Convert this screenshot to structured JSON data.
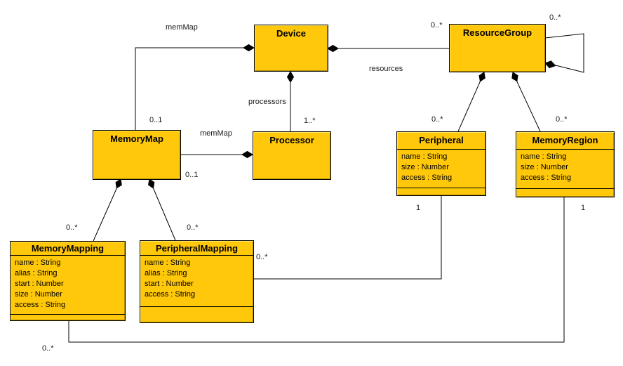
{
  "diagram": {
    "title": "UML class diagram",
    "colors": {
      "class_fill": "#FFC80A",
      "class_border": "#000000",
      "line": "#000000",
      "background": "#FFFFFF"
    },
    "classes": {
      "device": {
        "name": "Device",
        "attrs": []
      },
      "resourceGroup": {
        "name": "ResourceGroup",
        "attrs": []
      },
      "memoryMap": {
        "name": "MemoryMap",
        "attrs": []
      },
      "processor": {
        "name": "Processor",
        "attrs": []
      },
      "peripheral": {
        "name": "Peripheral",
        "attrs": [
          "name : String",
          "size : Number",
          "access : String"
        ]
      },
      "memoryRegion": {
        "name": "MemoryRegion",
        "attrs": [
          "name : String",
          "size : Number",
          "access : String"
        ]
      },
      "memoryMapping": {
        "name": "MemoryMapping",
        "attrs": [
          "name : String",
          "alias : String",
          "start : Number",
          "size : Number",
          "access : String"
        ]
      },
      "peripheralMapping": {
        "name": "PeripheralMapping",
        "attrs": [
          "name : String",
          "alias : String",
          "start : Number",
          "access : String"
        ]
      }
    },
    "labels": {
      "memMap_device_link": "memMap",
      "mult_memoryMap_end": "0..1",
      "memMap_processor_link": "memMap",
      "mult_memoryMap_processor_end": "0..1",
      "processors_link": "processors",
      "mult_processors_end": "1..*",
      "resources_link": "resources",
      "mult_resources_end": "0..*",
      "mult_selfloop_end": "0..*",
      "mult_peripheral_end": "0..*",
      "mult_memoryRegion_end": "0..*",
      "mult_peripheral_one": "1",
      "mult_memoryRegion_one": "1",
      "mult_memoryMapping_end": "0..*",
      "mult_peripheralMapping_end": "0..*",
      "mult_peripheralMapping_right": "0..*",
      "mult_memoryMapping_bottom": "0..*"
    }
  }
}
